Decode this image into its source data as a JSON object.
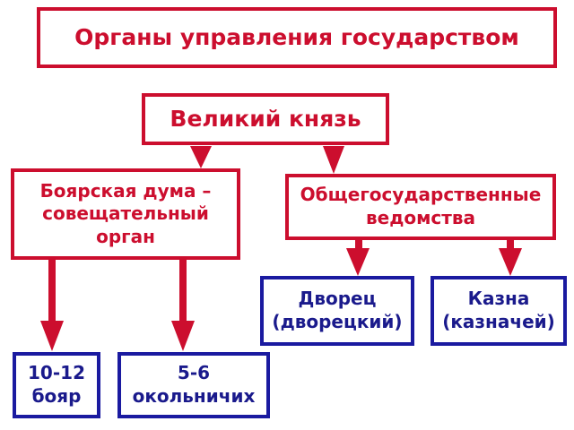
{
  "title": "Органы управления государством",
  "nodes": {
    "grand_prince": "Великий князь",
    "boyar_duma": [
      "Боярская дума –",
      "совещательный",
      "орган"
    ],
    "ministries": [
      "Общегосударственные",
      "ведомства"
    ],
    "palace": [
      "Дворец",
      "(дворецкий)"
    ],
    "treasury": [
      "Казна",
      "(казначей)"
    ],
    "boyars": [
      "10-12",
      "бояр"
    ],
    "okolnichie": [
      "5-6",
      "окольничих"
    ]
  },
  "colors": {
    "red": "#cc0e2e",
    "blue": "#1a1a8c"
  }
}
